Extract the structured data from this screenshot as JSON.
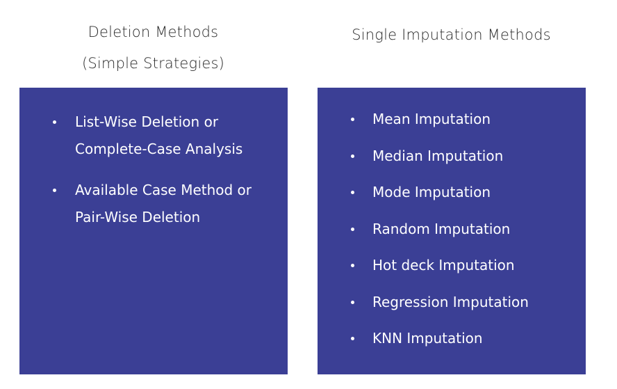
{
  "left": {
    "heading_line1": "Deletion Methods",
    "heading_line2": "(Simple Strategies)",
    "items": [
      {
        "line1": "List-Wise Deletion or",
        "line2": "Complete-Case Analysis"
      },
      {
        "line1": "Available Case Method or",
        "line2": "Pair-Wise Deletion"
      }
    ]
  },
  "right": {
    "heading": "Single Imputation Methods",
    "items": [
      "Mean Imputation",
      "Median Imputation",
      "Mode Imputation",
      "Random Imputation",
      "Hot deck Imputation",
      "Regression Imputation",
      "KNN Imputation"
    ]
  },
  "colors": {
    "panel": "#3b3f95",
    "text_on_panel": "#ffffff",
    "heading": "#2b2b2b"
  }
}
